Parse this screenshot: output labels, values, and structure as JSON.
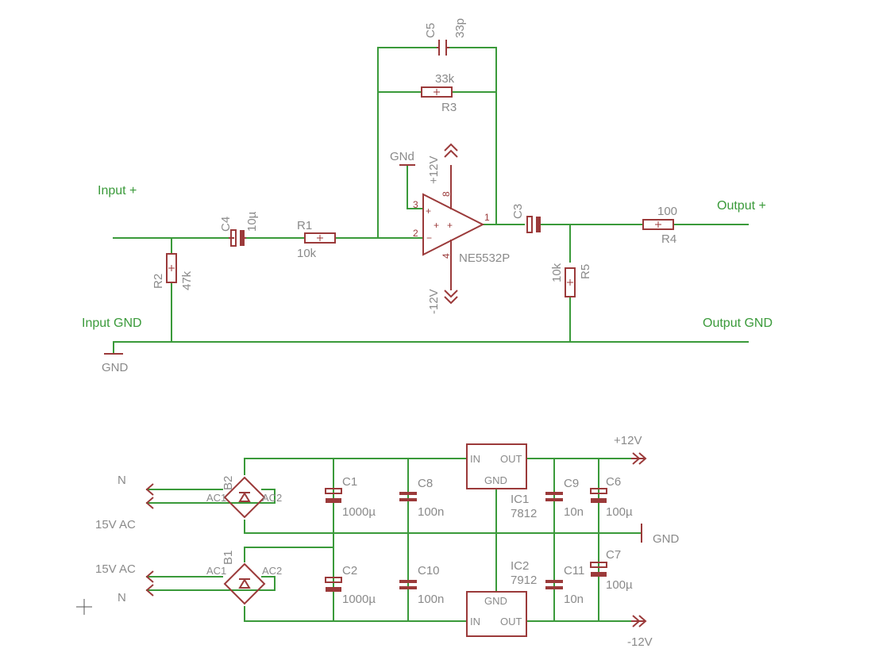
{
  "nets": {
    "input_plus": "Input +",
    "input_gnd": "Input GND",
    "output_plus": "Output +",
    "output_gnd": "Output GND"
  },
  "supply": {
    "gnd_top": "GND",
    "gnd_opamp": "GNd",
    "vpos_opamp": "+12V",
    "vneg_opamp": "-12V",
    "vpos_out": "+12V",
    "vneg_out": "-12V",
    "gnd_psu": "GND"
  },
  "components": {
    "R1": {
      "name": "R1",
      "value": "10k"
    },
    "R2": {
      "name": "R2",
      "value": "47k"
    },
    "R3": {
      "name": "R3",
      "value": "33k"
    },
    "R4": {
      "name": "R4",
      "value": "100"
    },
    "R5": {
      "name": "R5",
      "value": "10k"
    },
    "C1": {
      "name": "C1",
      "value": "1000µ"
    },
    "C2": {
      "name": "C2",
      "value": "1000µ"
    },
    "C3": {
      "name": "C3",
      "value": ""
    },
    "C4": {
      "name": "C4",
      "value": "10µ"
    },
    "C5": {
      "name": "C5",
      "value": "33p"
    },
    "C6": {
      "name": "C6",
      "value": "100µ"
    },
    "C7": {
      "name": "C7",
      "value": "100µ"
    },
    "C8": {
      "name": "C8",
      "value": "100n"
    },
    "C9": {
      "name": "C9",
      "value": "10n"
    },
    "C10": {
      "name": "C10",
      "value": "100n"
    },
    "C11": {
      "name": "C11",
      "value": "10n"
    },
    "IC1": {
      "name": "IC1",
      "value": "7812"
    },
    "IC2": {
      "name": "IC2",
      "value": "7912"
    },
    "B1": {
      "name": "B1"
    },
    "B2": {
      "name": "B2"
    },
    "opamp": {
      "name": "NE5532P"
    }
  },
  "pins": {
    "p1": "1",
    "p2": "2",
    "p3": "3",
    "p4": "4",
    "p8": "8",
    "ac1": "AC1",
    "ac2": "AC2",
    "in": "IN",
    "out": "OUT",
    "gnd": "GND"
  },
  "ac_inputs": {
    "n_top": "N",
    "ac_top": "15V AC",
    "ac_bot": "15V AC",
    "n_bot": "N"
  },
  "colors": {
    "wire": "#3a9a3a",
    "part": "#9b3a3a",
    "label": "#8a8a8a"
  }
}
